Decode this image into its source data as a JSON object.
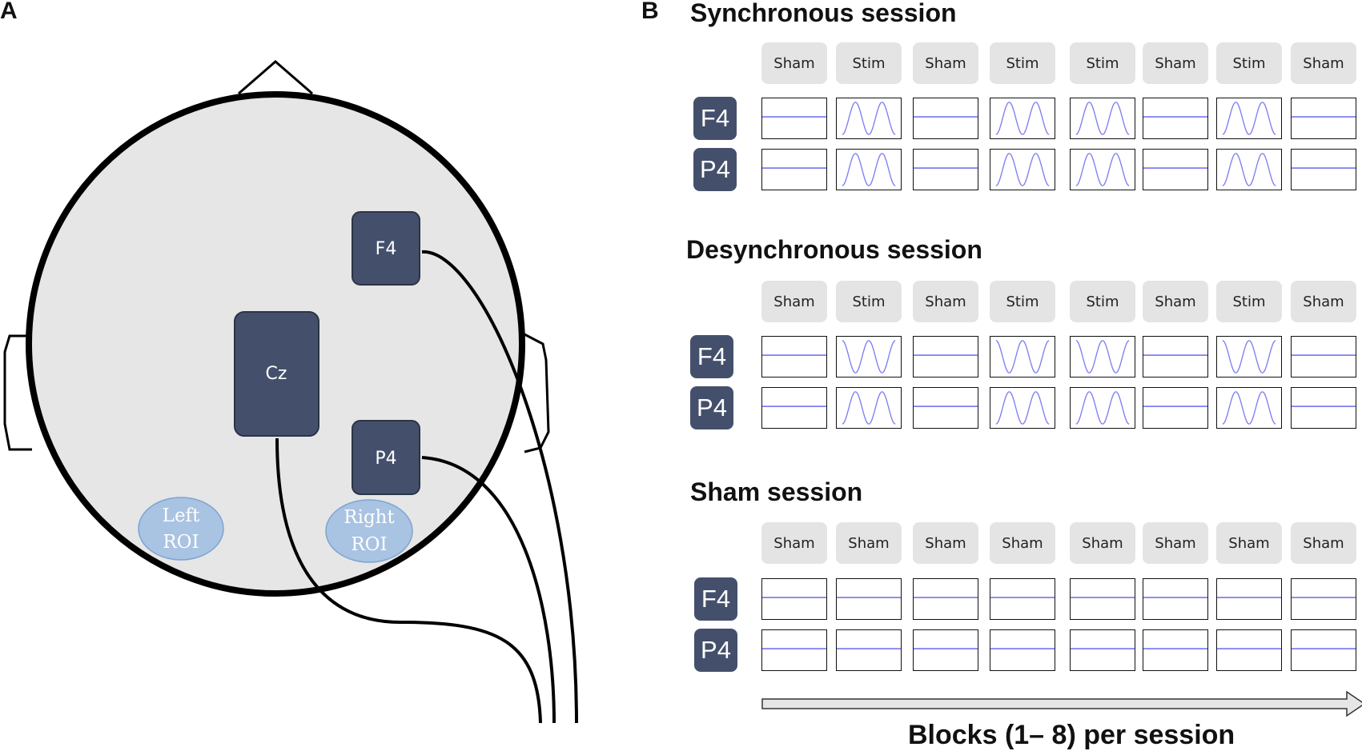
{
  "panels": {
    "a": "A",
    "b": "B"
  },
  "head": {
    "electrodes": [
      {
        "id": "f4",
        "label": "F4"
      },
      {
        "id": "cz",
        "label": "Cz"
      },
      {
        "id": "p4",
        "label": "P4"
      }
    ],
    "rois": [
      {
        "id": "left",
        "line1": "Left",
        "line2": "ROI"
      },
      {
        "id": "right",
        "line1": "Right",
        "line2": "ROI"
      }
    ]
  },
  "channels": [
    "F4",
    "P4"
  ],
  "sessions": [
    {
      "title": "Synchronous session",
      "blocks": [
        "Sham",
        "Stim",
        "Sham",
        "Stim",
        "Stim",
        "Sham",
        "Stim",
        "Sham"
      ],
      "f4": [
        "flat",
        "sine",
        "flat",
        "sine",
        "sine",
        "flat",
        "sine",
        "flat"
      ],
      "p4": [
        "flat",
        "sine",
        "flat",
        "sine",
        "sine",
        "flat",
        "sine",
        "flat"
      ]
    },
    {
      "title": "Desynchronous session",
      "blocks": [
        "Sham",
        "Stim",
        "Sham",
        "Stim",
        "Stim",
        "Sham",
        "Stim",
        "Sham"
      ],
      "f4": [
        "flat",
        "sine-inv",
        "flat",
        "sine-inv",
        "sine-inv",
        "flat",
        "sine-inv",
        "flat"
      ],
      "p4": [
        "flat",
        "sine",
        "flat",
        "sine",
        "sine",
        "flat",
        "sine",
        "flat"
      ]
    },
    {
      "title": "Sham session",
      "blocks": [
        "Sham",
        "Sham",
        "Sham",
        "Sham",
        "Sham",
        "Sham",
        "Sham",
        "Sham"
      ],
      "f4": [
        "flat",
        "flat",
        "flat",
        "flat",
        "flat",
        "flat",
        "flat",
        "flat"
      ],
      "p4": [
        "flat",
        "flat",
        "flat",
        "flat",
        "flat",
        "flat",
        "flat",
        "flat"
      ]
    }
  ],
  "axis": {
    "label": "Blocks (1– 8) per session"
  },
  "colors": {
    "electrode": "#44506b",
    "roi": "#a9c3e2",
    "scalp": "#e6e6e6",
    "wave": "#7f7ff2",
    "label_bg": "#e4e4e4"
  }
}
